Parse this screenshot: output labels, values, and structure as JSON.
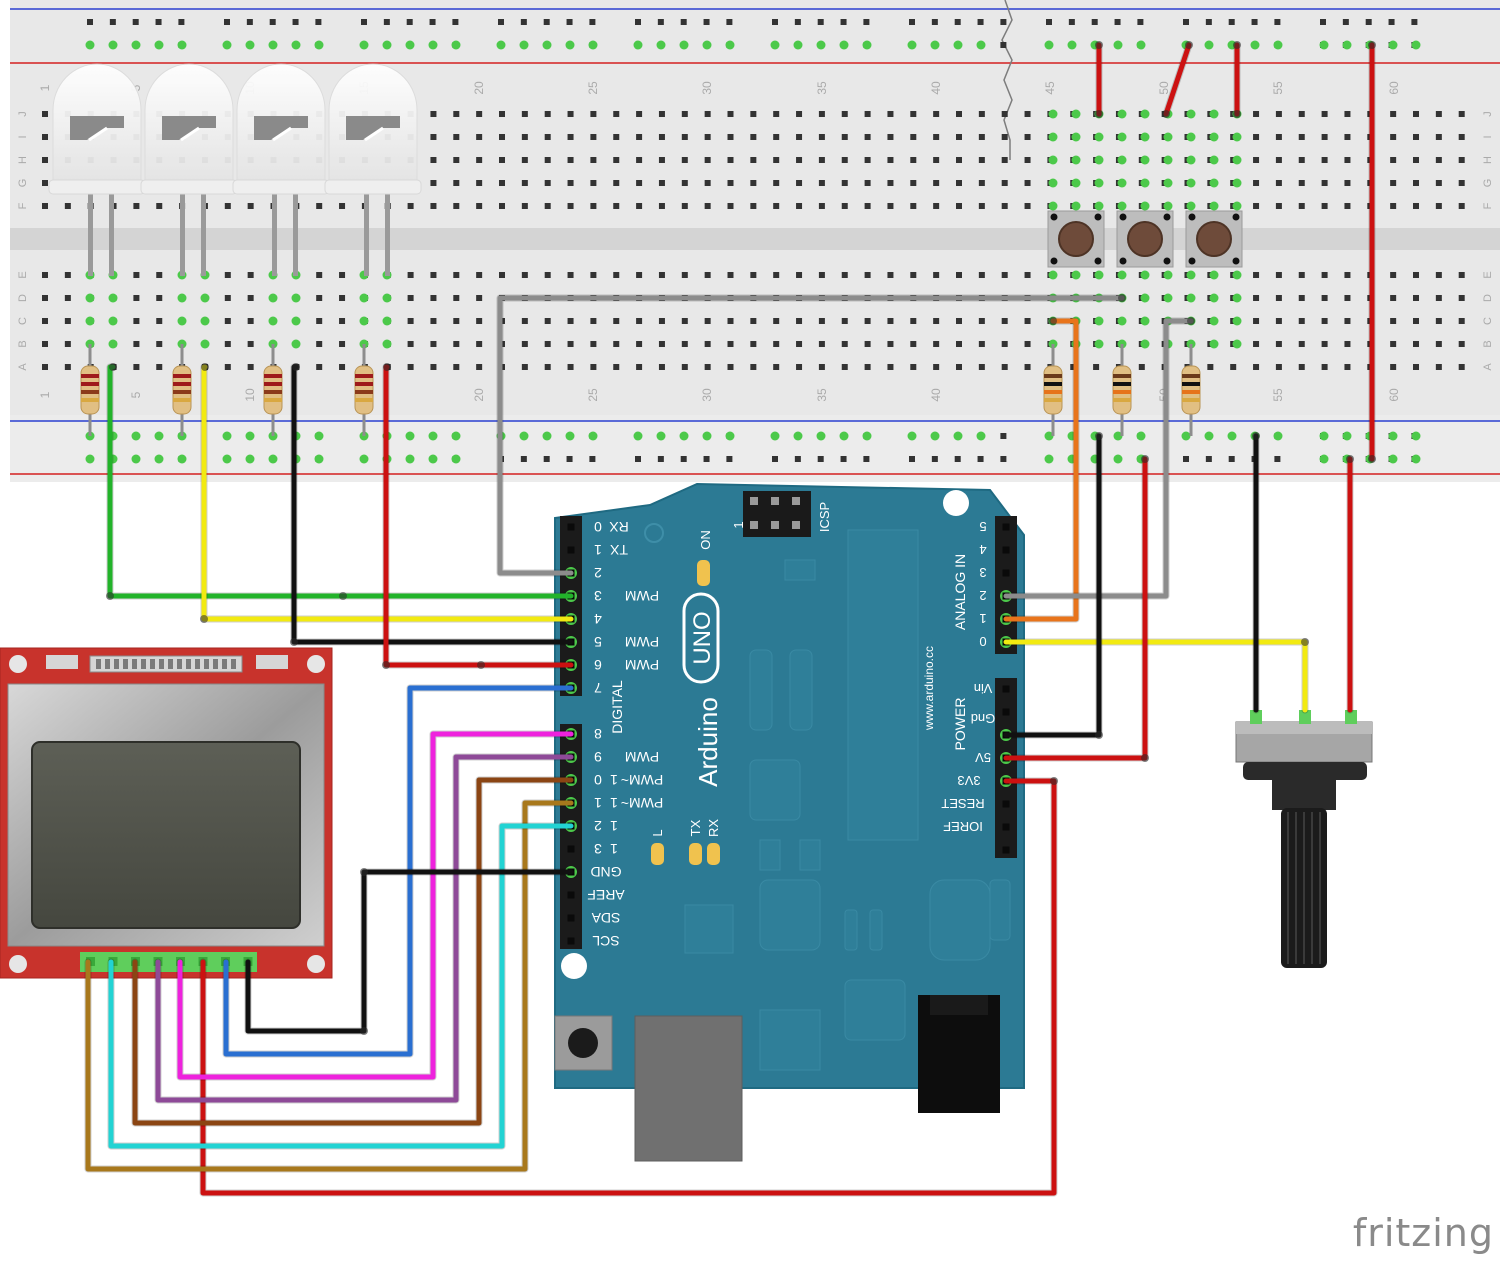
{
  "breadboard": {
    "row_letters_top": [
      "J",
      "I",
      "H",
      "G",
      "F"
    ],
    "row_letters_bottom": [
      "E",
      "D",
      "C",
      "B",
      "A"
    ],
    "column_numbers": [
      "1",
      "5",
      "10",
      "15",
      "20",
      "25",
      "30",
      "35",
      "40",
      "45",
      "50",
      "55",
      "60"
    ]
  },
  "arduino": {
    "brand": "Arduino",
    "model": "UNO",
    "on_label": "ON",
    "icsp_label": "ICSP",
    "icsp_pin1": "1",
    "digital_label": "DIGITAL",
    "analog_label": "ANALOG IN",
    "power_label": "POWER",
    "website": "www.arduino.cc",
    "digital_pins": [
      "0",
      "1",
      "2",
      "3",
      "4",
      "5",
      "6",
      "7",
      "8",
      "9",
      "10",
      "11",
      "12",
      "13",
      "GND",
      "AREF",
      "SDA",
      "SCL"
    ],
    "digital_tags": [
      "RX",
      "TX"
    ],
    "pwm_label": "PWM",
    "pwm_tilde": "PWM~",
    "analog_pins": [
      "5",
      "4",
      "3",
      "2",
      "1",
      "0"
    ],
    "power_pins": [
      "Vin",
      "Gnd",
      "Gnd",
      "5V",
      "3V3",
      "RESET",
      "IOREF"
    ],
    "led_labels": [
      "L",
      "TX",
      "RX"
    ]
  },
  "colors": {
    "board_teal": "#2c7a94",
    "breadboard": "#e6e6e6",
    "rail_red": "#d42020",
    "rail_blue": "#2a3fd0",
    "wire_green": "#22b32a",
    "wire_yellow": "#f2ea11",
    "wire_black": "#111111",
    "wire_red": "#cc1111",
    "wire_gray": "#8c8c8c",
    "wire_orange": "#e8741b",
    "wire_blue": "#2a6fd1",
    "wire_magenta": "#ee22dd",
    "wire_purple": "#8e4a98",
    "wire_brown": "#8b4513",
    "wire_olive": "#a8781c",
    "wire_cyan": "#22d3d3",
    "lcd_red": "#c8332c"
  },
  "footer": {
    "brand": "fritzing"
  }
}
